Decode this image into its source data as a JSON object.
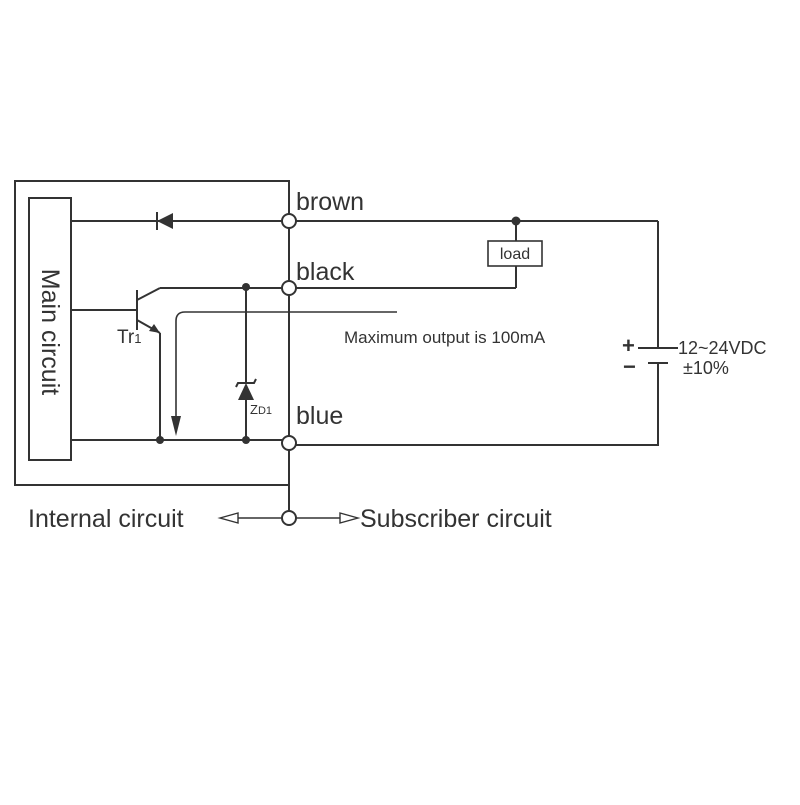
{
  "wires": {
    "brown": "brown",
    "black": "black",
    "blue": "blue"
  },
  "components": {
    "main_circuit": "Main circuit",
    "load": "load",
    "transistor_main": "Tr",
    "transistor_sub": "1",
    "zener_main": "Z",
    "zener_sub": "D1"
  },
  "notes": {
    "max_output": "Maximum output is 100mA"
  },
  "supply": {
    "plus": "+",
    "minus": "−",
    "voltage": "12~24VDC",
    "tolerance": "±10%"
  },
  "legend": {
    "internal": "Internal circuit",
    "subscriber": "Subscriber circuit"
  }
}
